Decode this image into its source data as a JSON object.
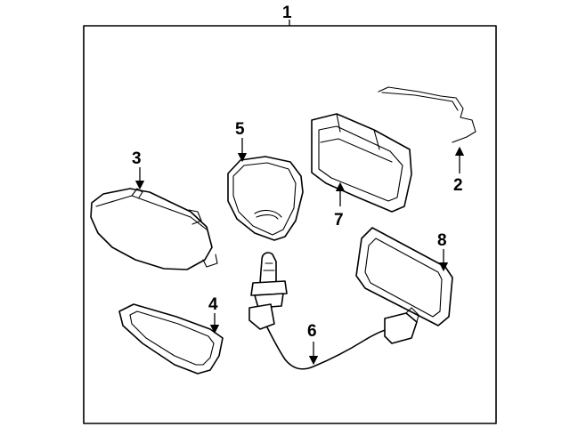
{
  "diagram": {
    "callouts": {
      "c1": "1",
      "c2": "2",
      "c3": "3",
      "c4": "4",
      "c5": "5",
      "c6": "6",
      "c7": "7",
      "c8": "8"
    },
    "line_color": "#000000",
    "background": "#ffffff"
  }
}
